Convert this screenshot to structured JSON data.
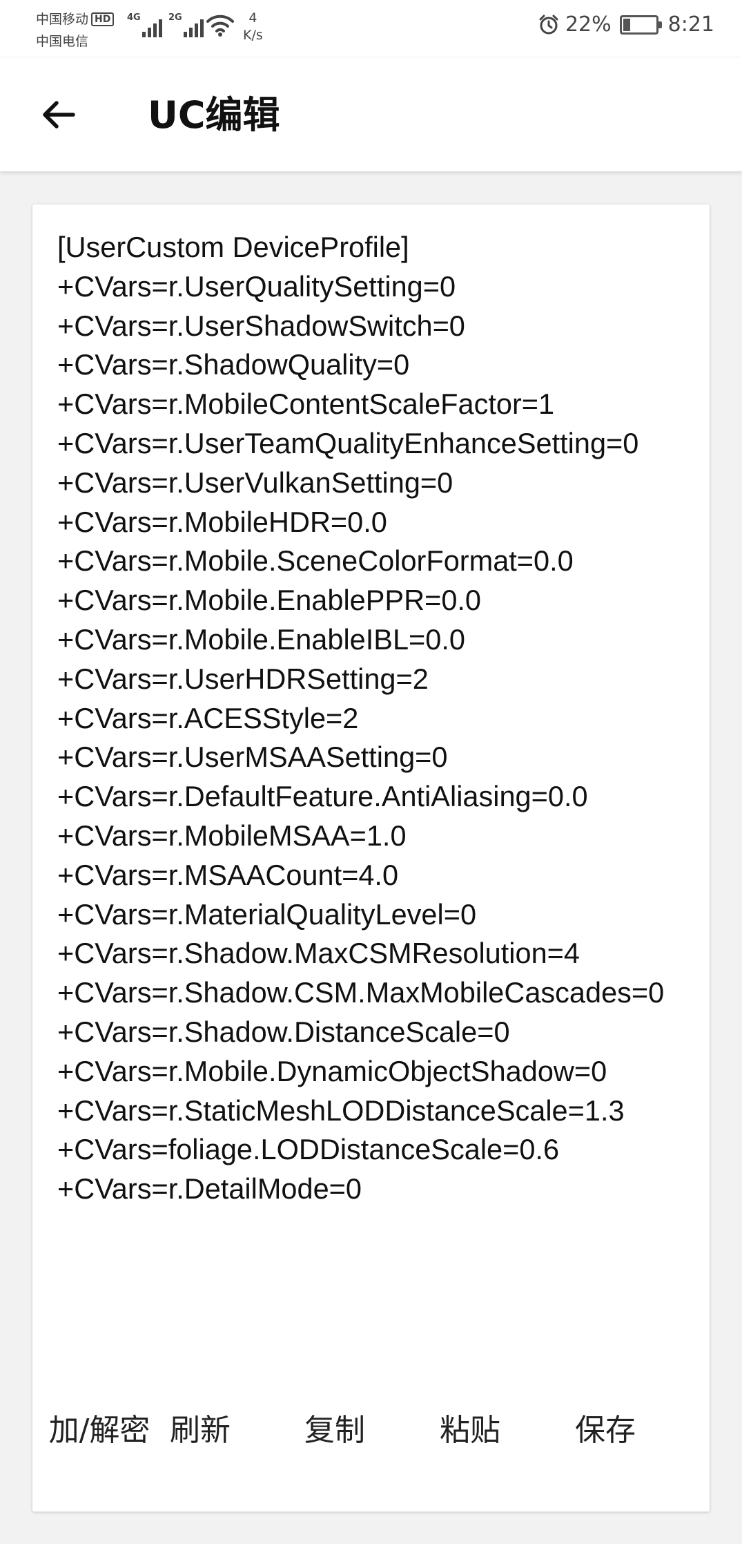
{
  "status_bar": {
    "carrier_1": "中国移动",
    "carrier_1_badge": "HD",
    "carrier_2": "中国电信",
    "sim1_network": "4G",
    "sim2_network": "2G",
    "net_speed_value": "4",
    "net_speed_unit": "K/s",
    "battery_percent": "22%",
    "battery_level": 0.22,
    "time": "8:21",
    "icons": [
      "signal-icon",
      "wifi-icon",
      "alarm-icon",
      "battery-icon"
    ]
  },
  "app_bar": {
    "back_icon": "arrow-left-icon",
    "title": "UC编辑"
  },
  "editor": {
    "content": "[UserCustom DeviceProfile]\n+CVars=r.UserQualitySetting=0\n+CVars=r.UserShadowSwitch=0\n+CVars=r.ShadowQuality=0\n+CVars=r.MobileContentScaleFactor=1\n+CVars=r.UserTeamQualityEnhanceSetting=0\n+CVars=r.UserVulkanSetting=0\n+CVars=r.MobileHDR=0.0\n+CVars=r.Mobile.SceneColorFormat=0.0\n+CVars=r.Mobile.EnablePPR=0.0\n+CVars=r.Mobile.EnableIBL=0.0\n+CVars=r.UserHDRSetting=2\n+CVars=r.ACESStyle=2\n+CVars=r.UserMSAASetting=0\n+CVars=r.DefaultFeature.AntiAliasing=0.0\n+CVars=r.MobileMSAA=1.0\n+CVars=r.MSAACount=4.0\n+CVars=r.MaterialQualityLevel=0\n+CVars=r.Shadow.MaxCSMResolution=4\n+CVars=r.Shadow.CSM.MaxMobileCascades=0\n+CVars=r.Shadow.DistanceScale=0\n+CVars=r.Mobile.DynamicObjectShadow=0\n+CVars=r.StaticMeshLODDistanceScale=1.3\n+CVars=foliage.LODDistanceScale=0.6\n+CVars=r.DetailMode=0"
  },
  "actions": {
    "encrypt_label": "加/解密",
    "refresh_label": "刷新",
    "copy_label": "复制",
    "paste_label": "粘贴",
    "save_label": "保存"
  },
  "colors": {
    "background": "#f2f2f2",
    "surface": "#ffffff",
    "text": "#111111"
  }
}
